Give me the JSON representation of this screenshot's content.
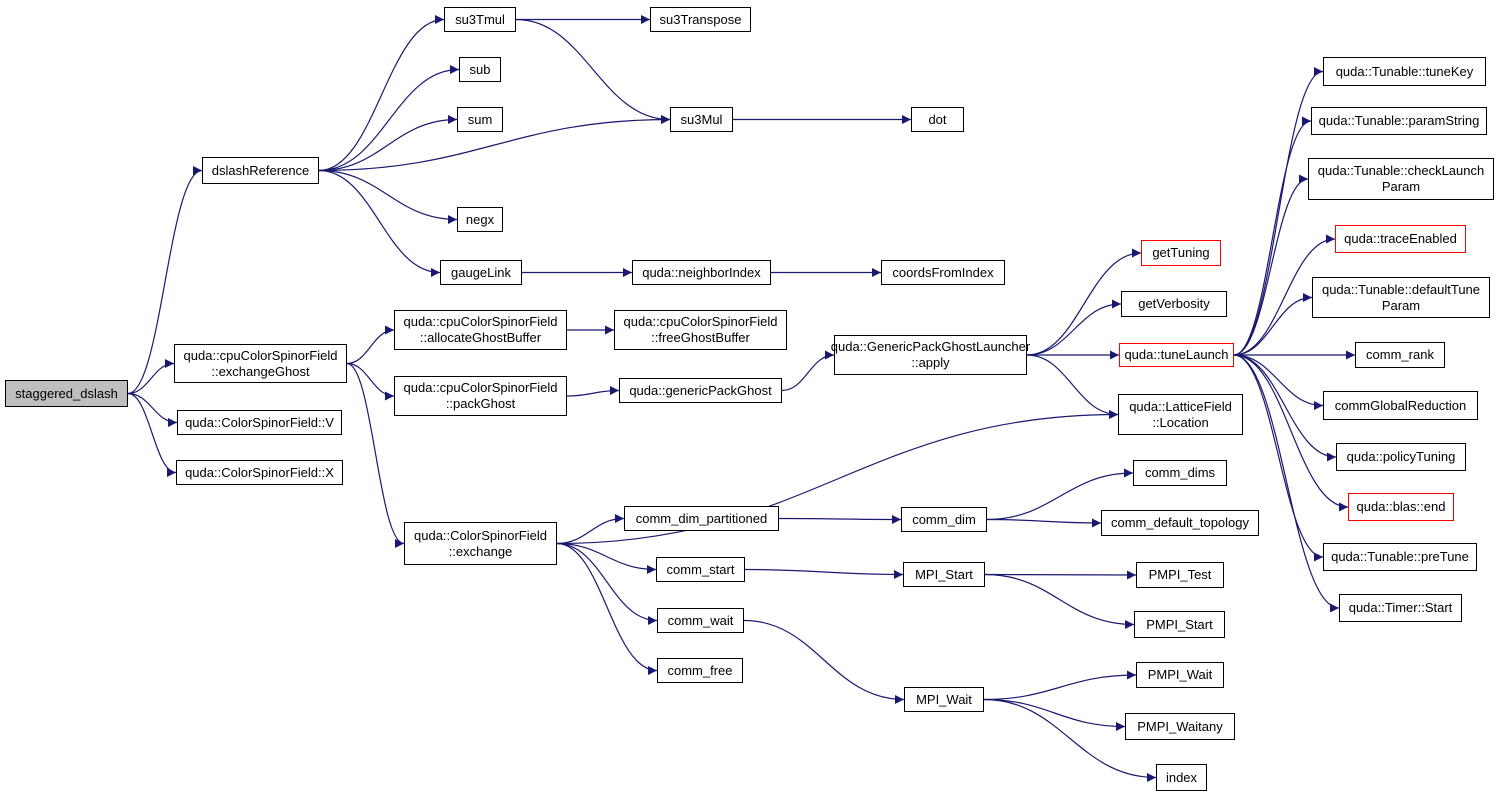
{
  "colors": {
    "edge": "#191970",
    "root_fill": "#bfbfbf",
    "truncated_border": "#ff0000",
    "border": "#000000"
  },
  "nodes": {
    "staggered_dslash": {
      "lines": [
        "staggered_dslash"
      ]
    },
    "dslashReference": {
      "lines": [
        "dslashReference"
      ]
    },
    "su3Tmul": {
      "lines": [
        "su3Tmul"
      ]
    },
    "su3Transpose": {
      "lines": [
        "su3Transpose"
      ]
    },
    "sub": {
      "lines": [
        "sub"
      ]
    },
    "sum": {
      "lines": [
        "sum"
      ]
    },
    "su3Mul": {
      "lines": [
        "su3Mul"
      ]
    },
    "dot": {
      "lines": [
        "dot"
      ]
    },
    "negx": {
      "lines": [
        "negx"
      ]
    },
    "gaugeLink": {
      "lines": [
        "gaugeLink"
      ]
    },
    "neighborIndex": {
      "lines": [
        "quda::neighborIndex"
      ]
    },
    "coordsFromIndex": {
      "lines": [
        "coordsFromIndex"
      ]
    },
    "exchangeGhost": {
      "lines": [
        "quda::cpuColorSpinorField",
        "::exchangeGhost"
      ]
    },
    "allocateGhostBuffer": {
      "lines": [
        "quda::cpuColorSpinorField",
        "::allocateGhostBuffer"
      ]
    },
    "freeGhostBuffer": {
      "lines": [
        "quda::cpuColorSpinorField",
        "::freeGhostBuffer"
      ]
    },
    "packGhost": {
      "lines": [
        "quda::cpuColorSpinorField",
        "::packGhost"
      ]
    },
    "genericPackGhost": {
      "lines": [
        "quda::genericPackGhost"
      ]
    },
    "launcherApply": {
      "lines": [
        "quda::GenericPackGhostLauncher",
        "::apply"
      ]
    },
    "getTuning": {
      "lines": [
        "getTuning"
      ]
    },
    "getVerbosity": {
      "lines": [
        "getVerbosity"
      ]
    },
    "tuneLaunch": {
      "lines": [
        "quda::tuneLaunch"
      ]
    },
    "latticeLocation": {
      "lines": [
        "quda::LatticeField",
        "::Location"
      ]
    },
    "csfV": {
      "lines": [
        "quda::ColorSpinorField::V"
      ]
    },
    "csfX": {
      "lines": [
        "quda::ColorSpinorField::X"
      ]
    },
    "csfExchange": {
      "lines": [
        "quda::ColorSpinorField",
        "::exchange"
      ]
    },
    "commDimPartitioned": {
      "lines": [
        "comm_dim_partitioned"
      ]
    },
    "commDim": {
      "lines": [
        "comm_dim"
      ]
    },
    "commDims": {
      "lines": [
        "comm_dims"
      ]
    },
    "commDefaultTopology": {
      "lines": [
        "comm_default_topology"
      ]
    },
    "commStart": {
      "lines": [
        "comm_start"
      ]
    },
    "commWait": {
      "lines": [
        "comm_wait"
      ]
    },
    "commFree": {
      "lines": [
        "comm_free"
      ]
    },
    "mpiStart": {
      "lines": [
        "MPI_Start"
      ]
    },
    "mpiWait": {
      "lines": [
        "MPI_Wait"
      ]
    },
    "pmpiTest": {
      "lines": [
        "PMPI_Test"
      ]
    },
    "pmpiStart": {
      "lines": [
        "PMPI_Start"
      ]
    },
    "pmpiWait": {
      "lines": [
        "PMPI_Wait"
      ]
    },
    "pmpiWaitany": {
      "lines": [
        "PMPI_Waitany"
      ]
    },
    "index": {
      "lines": [
        "index"
      ]
    },
    "tuneKey": {
      "lines": [
        "quda::Tunable::tuneKey"
      ]
    },
    "paramString": {
      "lines": [
        "quda::Tunable::paramString"
      ]
    },
    "checkLaunchParam": {
      "lines": [
        "quda::Tunable::checkLaunch",
        "Param"
      ]
    },
    "traceEnabled": {
      "lines": [
        "quda::traceEnabled"
      ]
    },
    "defaultTuneParam": {
      "lines": [
        "quda::Tunable::defaultTune",
        "Param"
      ]
    },
    "commRank": {
      "lines": [
        "comm_rank"
      ]
    },
    "commGlobalReduction": {
      "lines": [
        "commGlobalReduction"
      ]
    },
    "policyTuning": {
      "lines": [
        "quda::policyTuning"
      ]
    },
    "blasEnd": {
      "lines": [
        "quda::blas::end"
      ]
    },
    "preTune": {
      "lines": [
        "quda::Tunable::preTune"
      ]
    },
    "timerStart": {
      "lines": [
        "quda::Timer::Start"
      ]
    }
  },
  "edges": [
    [
      "staggered_dslash",
      "dslashReference"
    ],
    [
      "staggered_dslash",
      "exchangeGhost"
    ],
    [
      "staggered_dslash",
      "csfV"
    ],
    [
      "staggered_dslash",
      "csfX"
    ],
    [
      "dslashReference",
      "su3Tmul"
    ],
    [
      "dslashReference",
      "sub"
    ],
    [
      "dslashReference",
      "sum"
    ],
    [
      "dslashReference",
      "su3Mul"
    ],
    [
      "dslashReference",
      "negx"
    ],
    [
      "dslashReference",
      "gaugeLink"
    ],
    [
      "su3Tmul",
      "su3Transpose"
    ],
    [
      "su3Tmul",
      "su3Mul"
    ],
    [
      "su3Mul",
      "dot"
    ],
    [
      "gaugeLink",
      "neighborIndex"
    ],
    [
      "neighborIndex",
      "coordsFromIndex"
    ],
    [
      "exchangeGhost",
      "allocateGhostBuffer"
    ],
    [
      "exchangeGhost",
      "packGhost"
    ],
    [
      "exchangeGhost",
      "csfExchange"
    ],
    [
      "allocateGhostBuffer",
      "freeGhostBuffer"
    ],
    [
      "packGhost",
      "genericPackGhost"
    ],
    [
      "genericPackGhost",
      "launcherApply"
    ],
    [
      "launcherApply",
      "getTuning"
    ],
    [
      "launcherApply",
      "getVerbosity"
    ],
    [
      "launcherApply",
      "tuneLaunch"
    ],
    [
      "launcherApply",
      "latticeLocation"
    ],
    [
      "csfExchange",
      "latticeLocation"
    ],
    [
      "csfExchange",
      "commDimPartitioned"
    ],
    [
      "csfExchange",
      "commStart"
    ],
    [
      "csfExchange",
      "commWait"
    ],
    [
      "csfExchange",
      "commFree"
    ],
    [
      "commDimPartitioned",
      "commDim"
    ],
    [
      "commDim",
      "commDims"
    ],
    [
      "commDim",
      "commDefaultTopology"
    ],
    [
      "commStart",
      "mpiStart"
    ],
    [
      "commWait",
      "mpiWait"
    ],
    [
      "mpiStart",
      "pmpiTest"
    ],
    [
      "mpiStart",
      "pmpiStart"
    ],
    [
      "mpiWait",
      "pmpiWait"
    ],
    [
      "mpiWait",
      "pmpiWaitany"
    ],
    [
      "mpiWait",
      "index"
    ],
    [
      "tuneLaunch",
      "tuneKey"
    ],
    [
      "tuneLaunch",
      "paramString"
    ],
    [
      "tuneLaunch",
      "checkLaunchParam"
    ],
    [
      "tuneLaunch",
      "traceEnabled"
    ],
    [
      "tuneLaunch",
      "defaultTuneParam"
    ],
    [
      "tuneLaunch",
      "commRank"
    ],
    [
      "tuneLaunch",
      "commGlobalReduction"
    ],
    [
      "tuneLaunch",
      "policyTuning"
    ],
    [
      "tuneLaunch",
      "blasEnd"
    ],
    [
      "tuneLaunch",
      "preTune"
    ],
    [
      "tuneLaunch",
      "timerStart"
    ]
  ]
}
